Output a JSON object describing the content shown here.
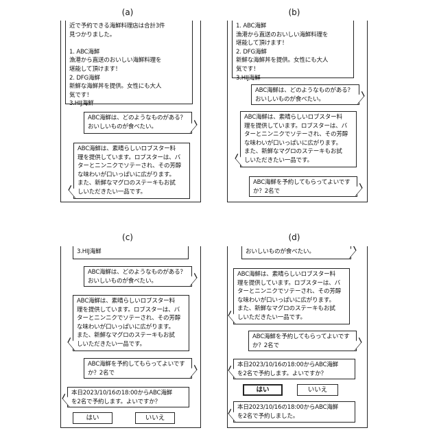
{
  "panels": {
    "a": {
      "label": "(a)",
      "b1": "近で予約できる海鮮料理店は合計3件\n見つかりました。\n\n1. ABC海鮮\n   漁港から直送のおいしい海鮮料理を\n   堪能して頂けます！\n2. DFG海鮮\n   新鮮な海鮮丼を提供。女性にも大人\n気です！\n3.HIJ海鮮",
      "u1": "ABC海鮮は、どのようなものがある？\nおいしいものが食べたい。",
      "b2": "ABC海鮮は、素晴らしいロブスター料\n理を提供しています。ロブスターは、バ\nターとニンニクでソテーされ、その芳醇\nな味わいが口いっぱいに広がります。\nまた、新鮮なマグロのステーキもお試\nしいただきたい一品です。"
    },
    "b": {
      "label": "(b)",
      "b1": "1. ABC海鮮\n   漁港から直送のおいしい海鮮料理を\n   堪能して頂けます！\n2. DFG海鮮\n   新鮮な海鮮丼を提供。女性にも大人\n気です！\n3.HIJ海鮮",
      "u1": "ABC海鮮は、どのようなものがある？\nおいしいものが食べたい。",
      "b2": "ABC海鮮は、素晴らしいロブスター料\n理を提供しています。ロブスターは、バ\nターとニンニクでソテーされ、その芳醇\nな味わいが口いっぱいに広がります。\nまた、新鮮なマグロのステーキもお試\nしいただきたい一品です。",
      "u2": "ABC海鮮を予約してもらってよいです\nか？2名で"
    },
    "c": {
      "label": "(c)",
      "b1": "3.HIJ海鮮",
      "u1": "ABC海鮮は、どのようなものがある？\nおいしいものが食べたい。",
      "b2": "ABC海鮮は、素晴らしいロブスター料\n理を提供しています。ロブスターは、バ\nターとニンニクでソテーされ、その芳醇\nな味わいが口いっぱいに広がります。\nまた、新鮮なマグロのステーキもお試\nしいただきたい一品です。",
      "u2": "ABC海鮮を予約してもらってよいです\nか？2名で",
      "b3": "本日2023/10/16の18:00からABC海鮮\nを2名で予約します。よいですか？",
      "yes": "はい",
      "no": "いいえ"
    },
    "d": {
      "label": "(d)",
      "u1": "おいしいものが食べたい。",
      "b2": "ABC海鮮は、素晴らしいロブスター料\n理を提供しています。ロブスターは、バ\nターとニンニクでソテーされ、その芳醇\nな味わいが口いっぱいに広がります。\nまた、新鮮なマグロのステーキもお試\nしいただきたい一品です。",
      "u2": "ABC海鮮を予約してもらってよいです\nか？2名で",
      "b3": "本日2023/10/16の18:00からABC海鮮\nを2名で予約します。よいですか？",
      "yes": "はい",
      "no": "いいえ",
      "b4": "本日2023/10/16の18:00からABC海鮮\nを2名で予約しました。"
    }
  }
}
